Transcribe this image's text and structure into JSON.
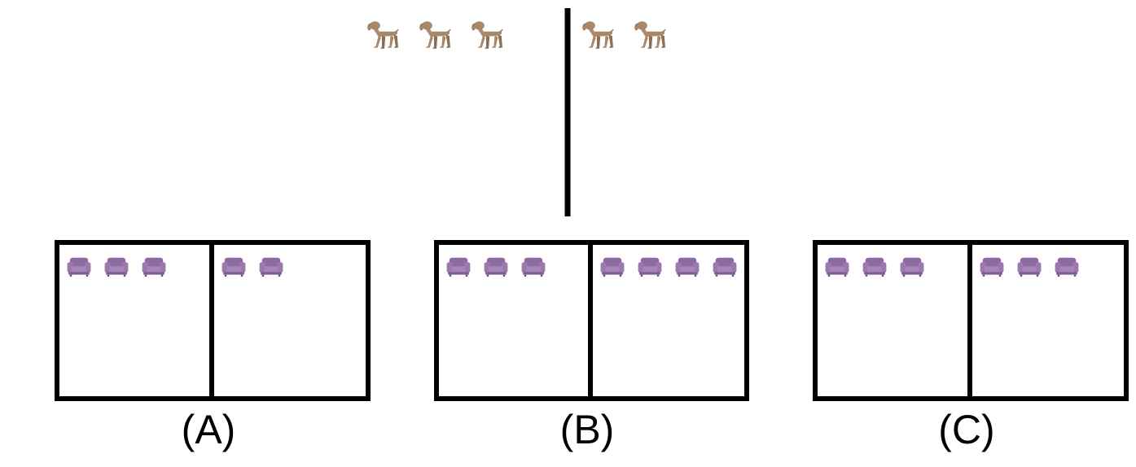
{
  "colors": {
    "dog": "#a9896b",
    "dog_dark": "#8c6d52",
    "armchair": "#9b78ae",
    "armchair_dark": "#7e5d92",
    "line": "#000000"
  },
  "top": {
    "icon": "dog-icon",
    "left_count": 3,
    "right_count": 2
  },
  "options": [
    {
      "label": "(A)",
      "icon": "armchair-icon",
      "left_count": 3,
      "right_count": 2
    },
    {
      "label": "(B)",
      "icon": "armchair-icon",
      "left_count": 3,
      "right_count": 4
    },
    {
      "label": "(C)",
      "icon": "armchair-icon",
      "left_count": 3,
      "right_count": 3
    }
  ]
}
